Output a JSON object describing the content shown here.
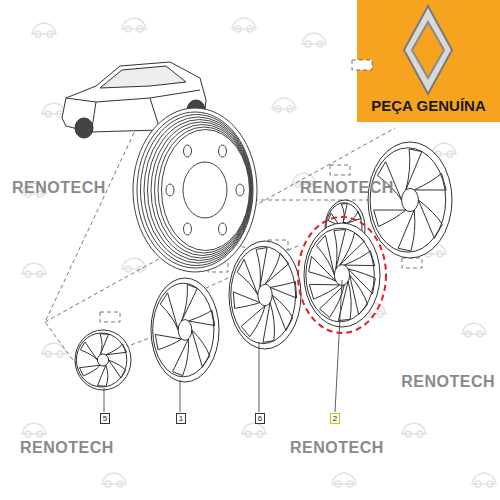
{
  "diagram": {
    "nodes": [
      {
        "text": [
          "PEÇA GENUÍNA"
        ]
      },
      {
        "text": [
          "5"
        ]
      },
      {
        "text": [
          "1"
        ]
      },
      {
        "text": [
          "6"
        ]
      },
      {
        "text": [
          "2"
        ]
      }
    ],
    "labels": [
      "RENOTECH",
      "RENOTECH",
      "RENOTECH",
      "RENOTECH",
      "RENOTECH"
    ]
  }
}
